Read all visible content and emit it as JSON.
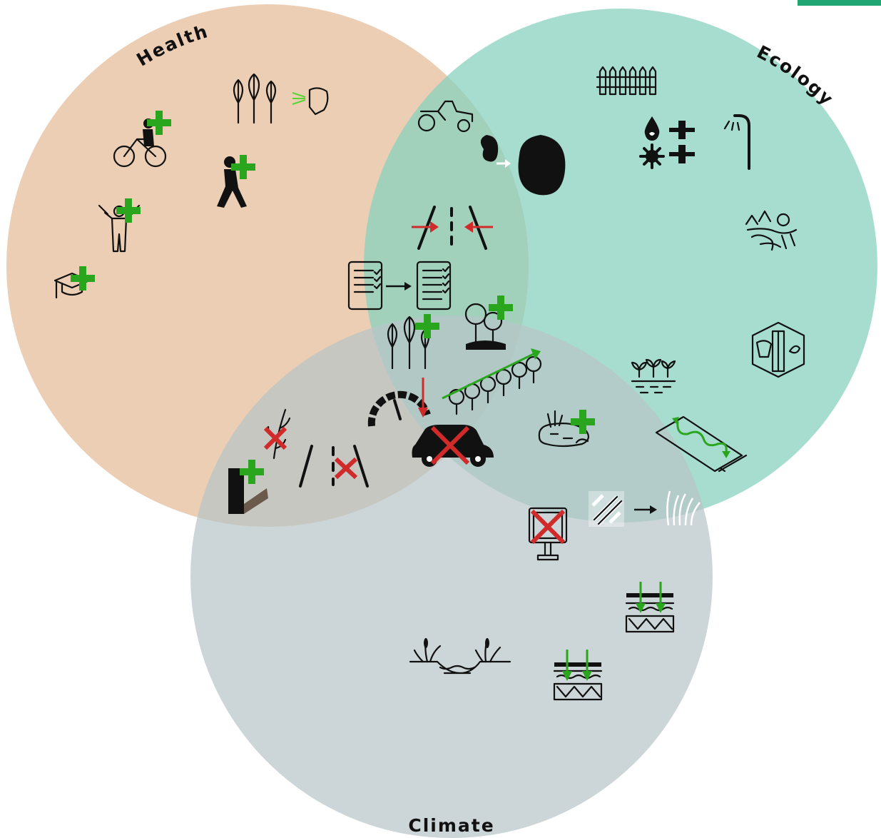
{
  "diagram": {
    "sets": [
      {
        "id": "health",
        "label": "Health",
        "color": "#e7c3a3"
      },
      {
        "id": "ecology",
        "label": "Ecology",
        "color": "#8ad1bd"
      },
      {
        "id": "climate",
        "label": "Climate",
        "color": "#b9c5c8"
      }
    ],
    "accent_colors": {
      "plus": "#2aa61e",
      "cross": "#d12a2a",
      "arrow_green": "#2aa61e",
      "corner_tab": "#1fa673"
    },
    "icons": [
      "cycling-plus-icon",
      "walking-plus-icon",
      "exercise-plus-icon",
      "education-plus-icon",
      "trees-air-breathing-icon",
      "ride-on-mower-icon",
      "small-to-large-blob-icon",
      "fence-icon",
      "water-sun-reduce-icon",
      "street-light-icon",
      "landscape-icon",
      "road-narrowing-icon",
      "checklist-upgrade-icon",
      "trees-plus-icon",
      "tree-soil-plus-icon",
      "tree-row-growth-icon",
      "speed-gauge-icon",
      "no-car-icon",
      "no-vegetation-icon",
      "road-cross-icon",
      "shelter-plus-icon",
      "animal-hexagon-icon",
      "seedlings-icon",
      "pond-plus-icon",
      "meandering-strip-icon",
      "no-billboard-icon",
      "paving-to-grass-icon",
      "permeable-layers-icon",
      "wetland-reeds-icon",
      "permeable-layers-2-icon"
    ]
  }
}
